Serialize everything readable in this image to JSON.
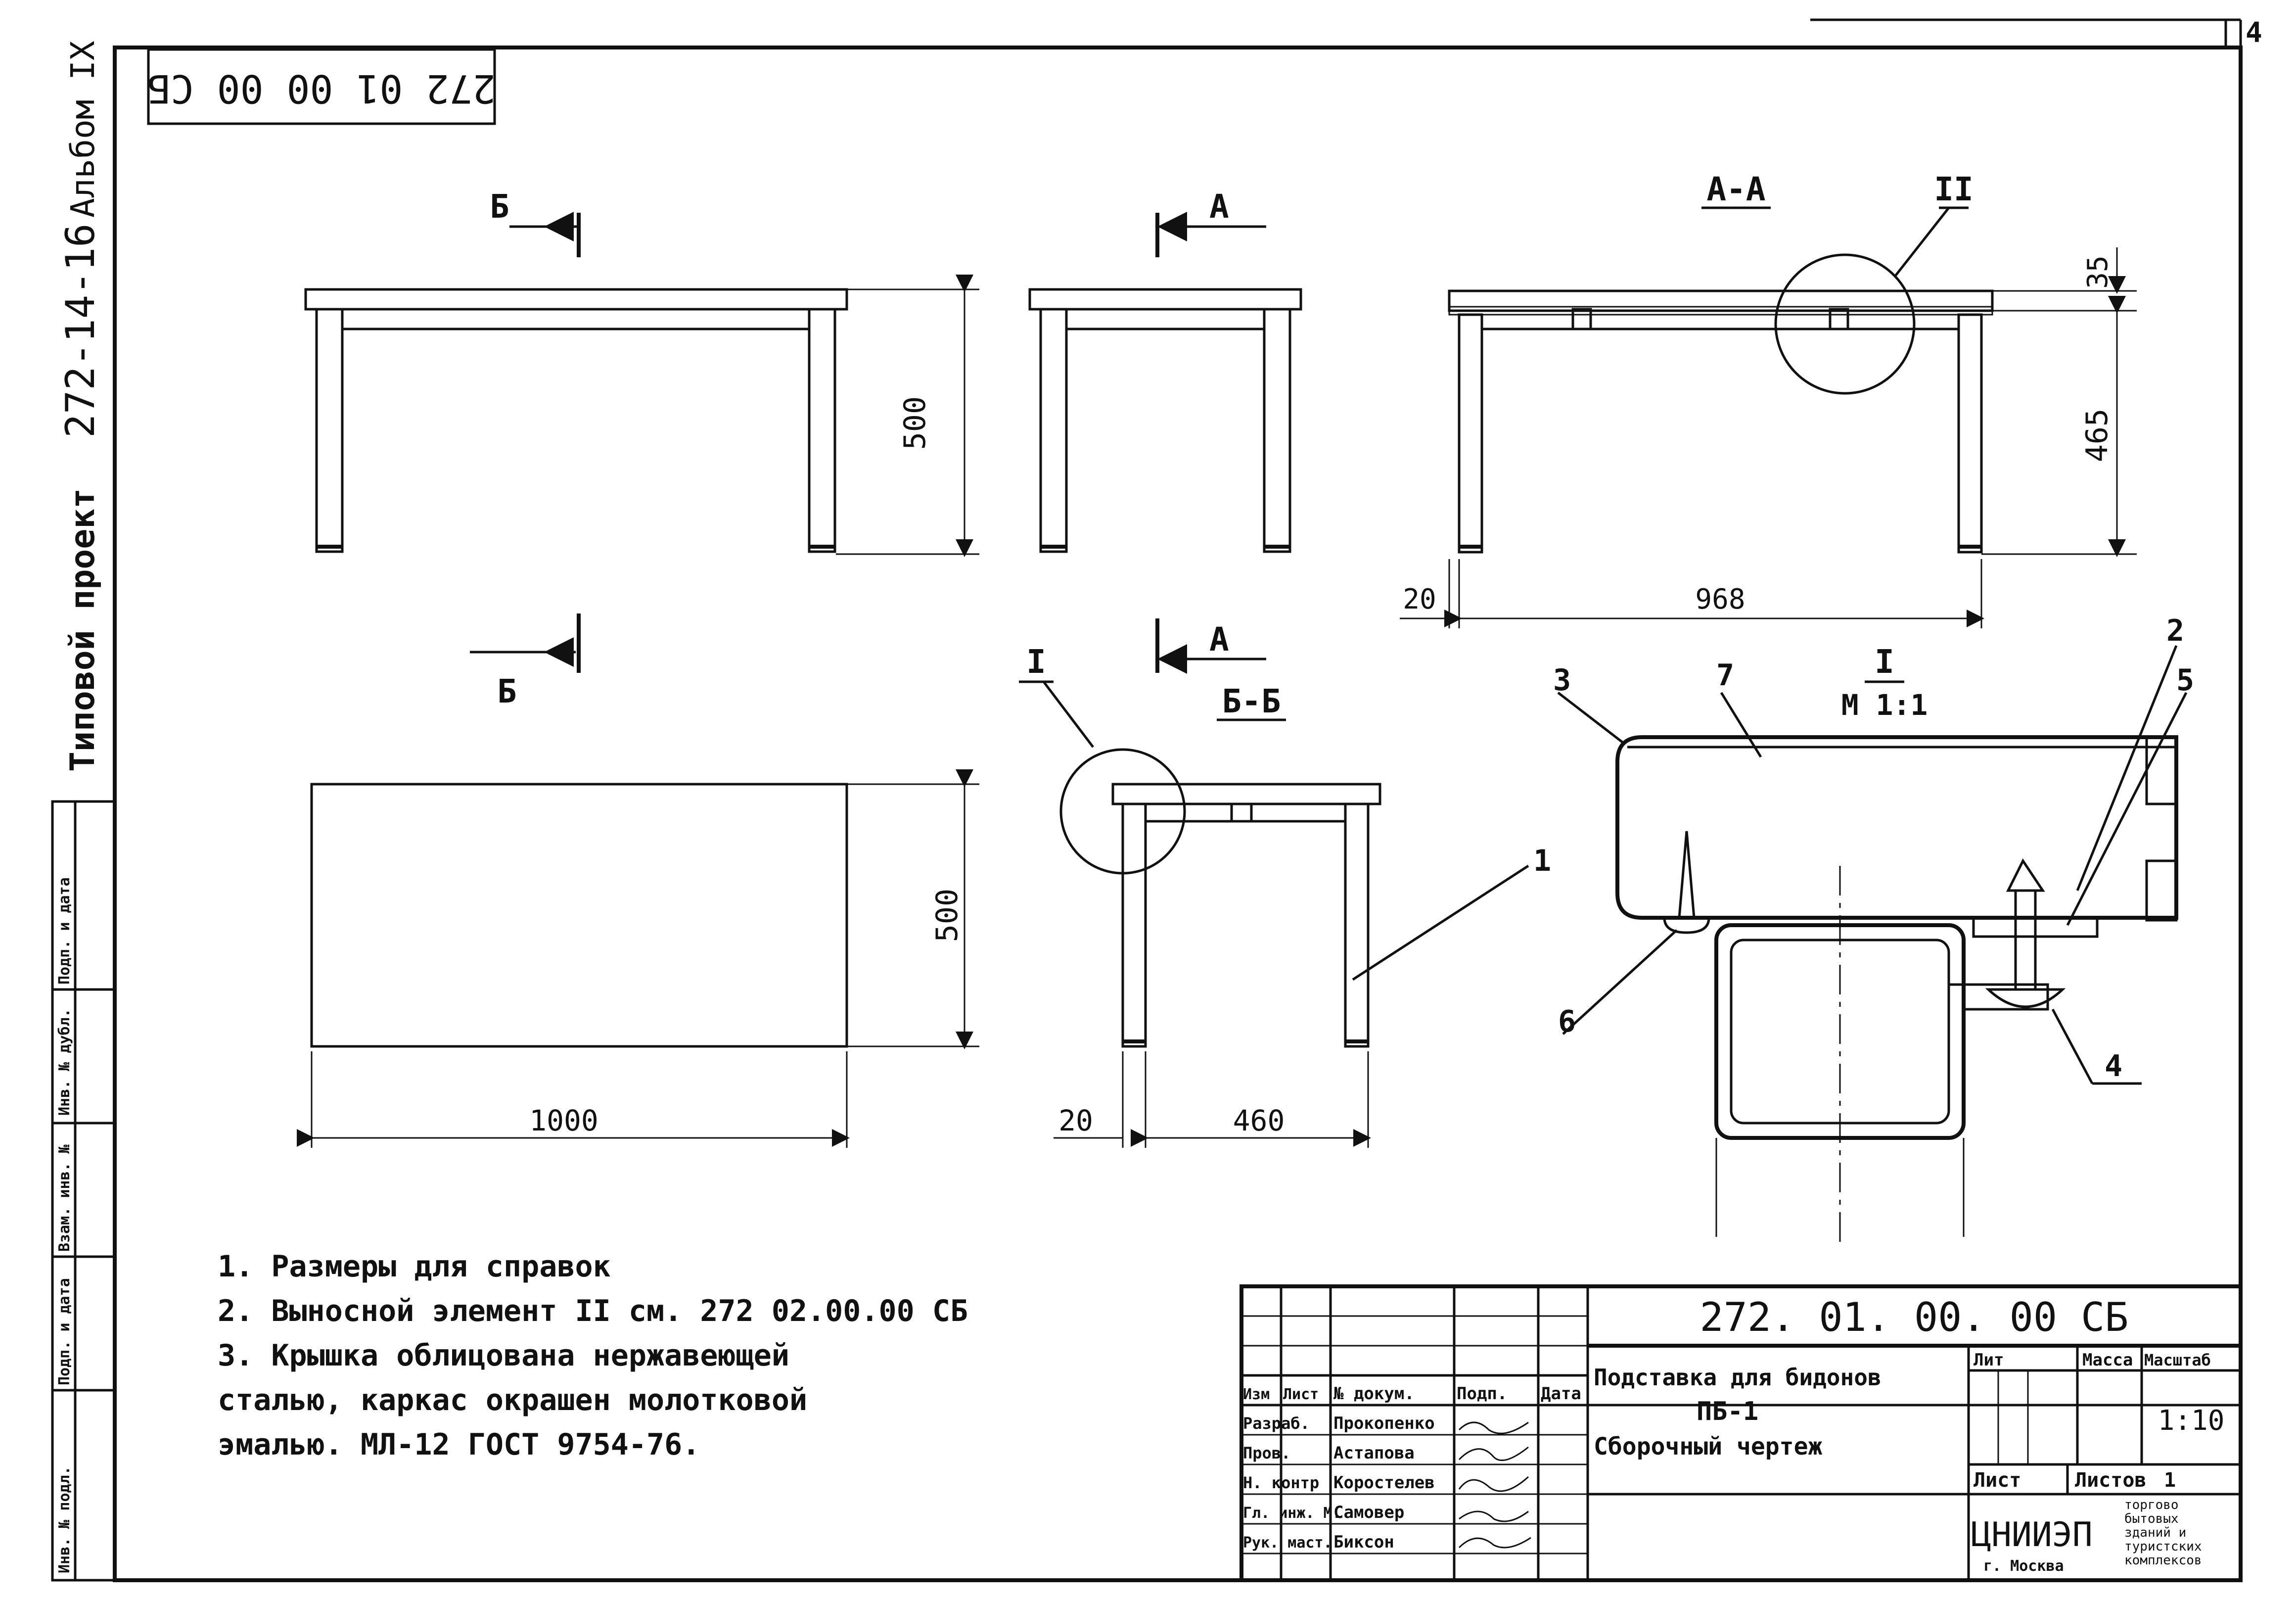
{
  "margin": {
    "album": "Альбом IX",
    "project_code": "272-14-16",
    "project_type": "Типовой проект",
    "stamp_code": "272 01 00 00 СБ",
    "sheet_no": "4",
    "side_stamp": [
      "Инв. № подл.",
      "Подп. и дата",
      "Взам. инв. №",
      "Инв. № дубл.",
      "Подп. и дата"
    ]
  },
  "views": {
    "front": {
      "section_mark": "Б",
      "height": "500"
    },
    "side": {
      "section_mark": "А",
      "detail": "I",
      "section_title": "Б-Б",
      "dim_left": "20",
      "dim_width": "460"
    },
    "section_aa": {
      "title": "А-А",
      "detail": "II",
      "dim_top": "35",
      "dim_height": "465",
      "dim_left": "20",
      "dim_width": "968"
    },
    "plan": {
      "section_mark": "Б",
      "width": "1000",
      "height": "500"
    },
    "detail_1": {
      "title": "I",
      "scale": "М 1:1",
      "callouts": [
        "1",
        "2",
        "3",
        "4",
        "5",
        "6",
        "7"
      ]
    }
  },
  "notes": [
    "1. Размеры для справок",
    "2. Выносной элемент II см. 272 02.00.00 СБ",
    "3. Крышка облицована нержавеющей",
    "сталью, каркас окрашен молотковой",
    "эмалью. МЛ-12 ГОСТ 9754-76."
  ],
  "title_block": {
    "doc_code": "272. 01. 00. 00 СБ",
    "name_line1": "Подставка для бидонов",
    "name_line2": "ПБ-1",
    "name_line3": "Сборочный чертеж",
    "col_headers": [
      "Изм",
      "Лист",
      "№ докум.",
      "Подп.",
      "Дата"
    ],
    "roles": [
      {
        "role": "Разраб.",
        "name": "Прокопенко"
      },
      {
        "role": "Пров.",
        "name": "Астапова"
      },
      {
        "role": "Н. контр",
        "name": "Коростелев"
      },
      {
        "role": "Гл. инж. М.",
        "name": "Самовер"
      },
      {
        "role": "Рук. маст.",
        "name": "Биксон"
      }
    ],
    "lit_label": "Лит",
    "mass_label": "Масса",
    "scale_label": "Масштаб",
    "scale_value": "1:10",
    "sheet_label": "Лист",
    "sheets_label": "Листов",
    "sheets_value": "1",
    "org_name": "ЦНИИЭП",
    "org_city": "г. Москва",
    "org_desc": [
      "торгово",
      "бытовых",
      "зданий и",
      "туристских",
      "комплексов"
    ]
  }
}
